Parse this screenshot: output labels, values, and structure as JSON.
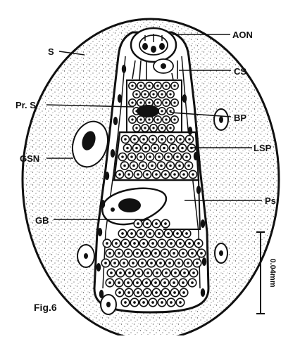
{
  "figure": {
    "caption": "Fig.6",
    "scale_bar_label": "0.04mm",
    "labels": {
      "aon": "AON",
      "s": "S",
      "cs": "CS",
      "prs": "Pr. S",
      "bp": "BP",
      "gsn": "GSN",
      "lsp": "LSP",
      "ps": "Ps",
      "gb": "GB"
    }
  },
  "colors": {
    "ink": "#111111",
    "paper": "#ffffff",
    "stipple": "#555555"
  }
}
